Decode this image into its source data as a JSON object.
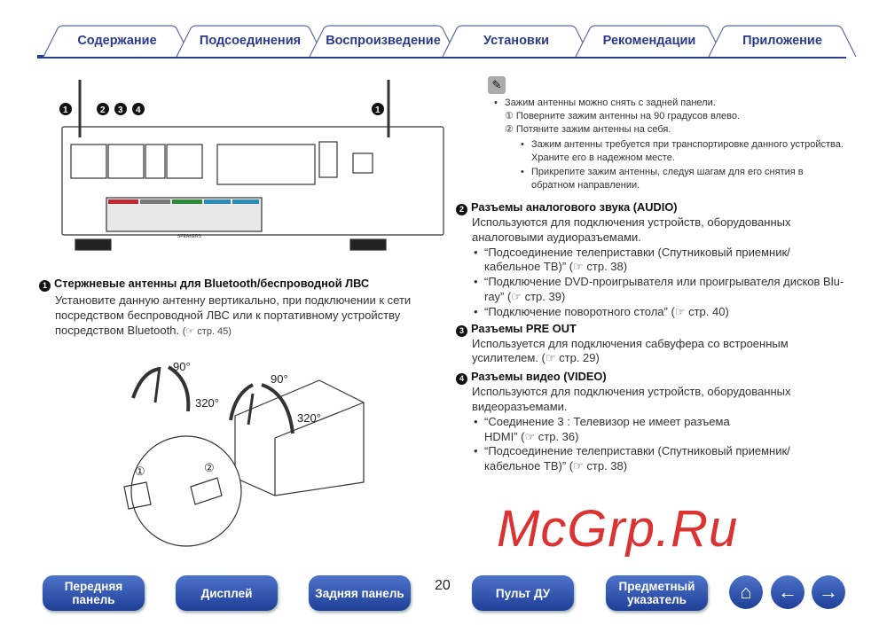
{
  "tabs": [
    "Содержание",
    "Подсоединения",
    "Воспроизведение",
    "Установки",
    "Рекомендации",
    "Приложение"
  ],
  "diagram": {
    "markers": [
      "1",
      "2",
      "3",
      "4",
      "1"
    ],
    "speakers_label": "SPEAKERS",
    "antenna_angles": [
      "90°",
      "320°",
      "90°",
      "320°"
    ],
    "steps": [
      "①",
      "②"
    ]
  },
  "left": {
    "heading_num": "1",
    "heading": "Стержневые антенны для Bluetooth/беспроводной ЛВС",
    "body": "Установите данную антенну вертикально, при подключении к сети посредством беспроводной ЛВС или к портативному устройству посредством Bluetooth.",
    "ref": "(☞ стр. 45)"
  },
  "note": {
    "icon": "pencil-note-icon",
    "main": "Зажим антенны можно снять с задней панели.",
    "steps": [
      "① Поверните зажим антенны на 90 градусов влево.",
      "② Потяните зажим антенны на себя."
    ],
    "sub": [
      "Зажим антенны требуется при транспортировке данного устройства. Храните его в надежном месте.",
      "Прикрепите зажим антенны, следуя шагам для его снятия в обратном направлении."
    ]
  },
  "sections": [
    {
      "num": "2",
      "heading": "Разъемы аналогового звука (AUDIO)",
      "body": "Используются для подключения устройств, оборудованных аналоговыми аудиоразъемами.",
      "items": [
        "“Подсоединение телеприставки (Спутниковый приемник/кабельное ТВ)” (☞ стр. 38)",
        "“Подключение DVD-проигрывателя или проигрывателя дисков Blu-ray” (☞ стр. 39)",
        "“Подключение поворотного стола” (☞ стр. 40)"
      ]
    },
    {
      "num": "3",
      "heading": "Разъемы PRE OUT",
      "body": "Используется для подключения сабвуфера со встроенным усилителем. (☞ стр. 29)",
      "items": []
    },
    {
      "num": "4",
      "heading": "Разъемы видео (VIDEO)",
      "body": "Используются для подключения устройств, оборудованных видеоразъемами.",
      "items": [
        "“Соединение 3 : Телевизор не имеет разъема HDMI” (☞ стр. 36)",
        "“Подсоединение телеприставки (Спутниковый приемник/кабельное ТВ)” (☞ стр. 38)"
      ]
    }
  ],
  "footer": {
    "buttons": [
      "Передняя панель",
      "Дисплей",
      "Задняя панель",
      "Пульт ДУ",
      "Предметный указатель"
    ],
    "page": "20",
    "home": "⌂",
    "back": "←",
    "forward": "→"
  },
  "watermark": "McGrp.Ru"
}
